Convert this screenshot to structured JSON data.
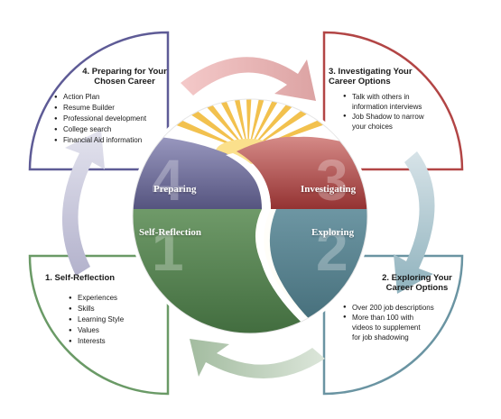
{
  "stages": [
    {
      "number": "1",
      "name": "Self-Reflection",
      "title": "1. Self-Reflection",
      "items": [
        "Experiences",
        "Skills",
        "Learning Style",
        "Values",
        "Interests"
      ]
    },
    {
      "number": "2",
      "name": "Exploring",
      "title_line1": "2. Exploring Your",
      "title_line2": "Career Options",
      "items": [
        "Over 200 job descriptions",
        "More than 100 with",
        "videos to supplement",
        "for job shadowing"
      ]
    },
    {
      "number": "3",
      "name": "Investigating",
      "title_line1": "3. Investigating Your",
      "title_line2": "Career Options",
      "items": [
        "Talk with others in",
        "information interviews",
        "Job Shadow to narrow",
        "your choices"
      ]
    },
    {
      "number": "4",
      "name": "Preparing",
      "title_line1": "4. Preparing for Your",
      "title_line2": "Chosen Career",
      "items": [
        "Action Plan",
        "Resume Builder",
        "Professional development",
        "College search",
        "Financial Aid information"
      ]
    }
  ],
  "colors": {
    "self_reflection": "#5f8a5c",
    "exploring": "#5a8592",
    "investigating": "#a8403f",
    "preparing": "#6b6a94",
    "sun": "#f2c14e"
  }
}
